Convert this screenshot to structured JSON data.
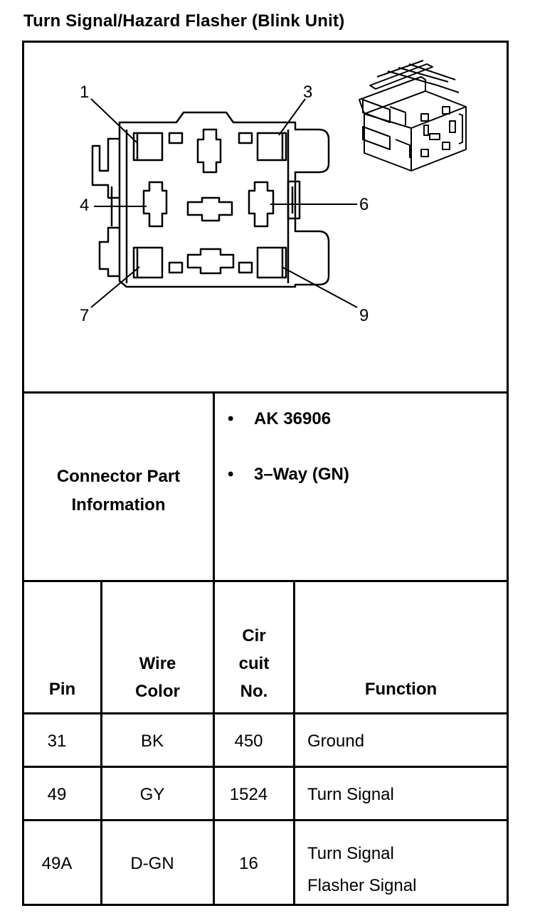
{
  "title": "Turn Signal/Hazard Flasher (Blink Unit)",
  "diagram": {
    "pin_labels": [
      "1",
      "3",
      "4",
      "6",
      "7",
      "9"
    ]
  },
  "connector_info": {
    "label_line1": "Connector Part",
    "label_line2": "Information",
    "bullet_symbol": "•",
    "items": [
      "AK 36906",
      "3–Way (GN)"
    ]
  },
  "table": {
    "headers": {
      "pin": "Pin",
      "wire_color_line1": "Wire",
      "wire_color_line2": "Color",
      "circuit_line1": "Cir",
      "circuit_line2": "cuit",
      "circuit_line3": "No.",
      "function": "Function"
    },
    "rows": [
      {
        "pin": "31",
        "wire_color": "BK",
        "circuit": "450",
        "function_line1": "Ground",
        "function_line2": ""
      },
      {
        "pin": "49",
        "wire_color": "GY",
        "circuit": "1524",
        "function_line1": "Turn Signal",
        "function_line2": ""
      },
      {
        "pin": "49A",
        "wire_color": "D-GN",
        "circuit": "16",
        "function_line1": "Turn Signal",
        "function_line2": "Flasher Signal"
      }
    ]
  }
}
